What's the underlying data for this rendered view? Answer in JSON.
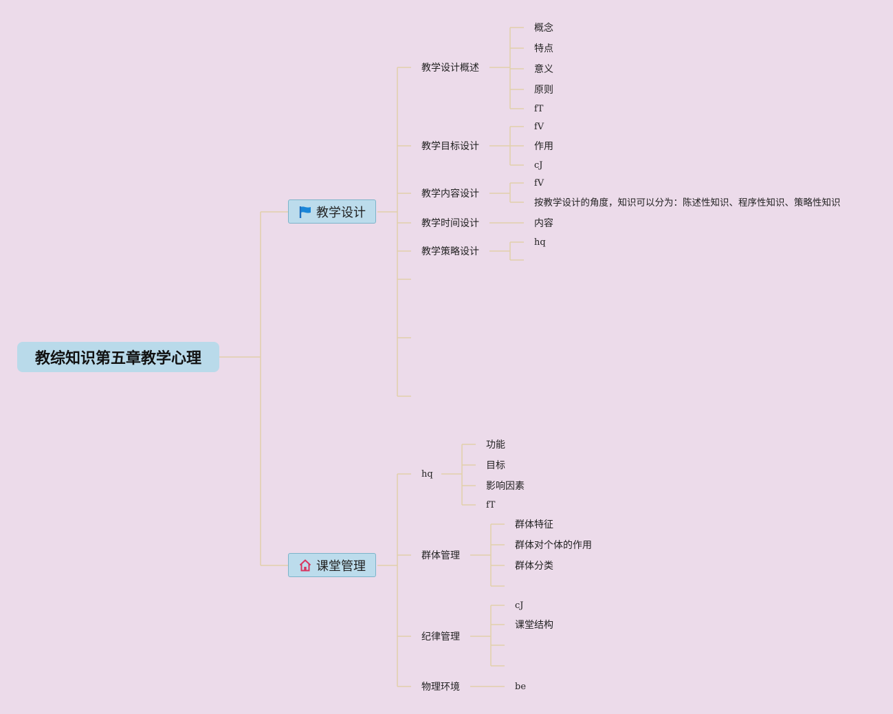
{
  "root": {
    "title": "教综知识第五章教学心理"
  },
  "branch1": {
    "title": "教学设计",
    "icon": "blue-flag-icon",
    "children": [
      {
        "label": "教学设计概述",
        "children": [
          "概念",
          "特点",
          "意义",
          "原则",
          "fT"
        ]
      },
      {
        "label": "教学目标设计",
        "children": [
          "fV",
          "作用",
          "cJ"
        ]
      },
      {
        "label": "教学内容设计",
        "children": [
          "fV",
          "按教学设计的角度，知识可以分为：陈述性知识、程序性知识、策略性知识"
        ]
      },
      {
        "label": "教学时间设计",
        "children": [
          "内容"
        ]
      },
      {
        "label": "教学策略设计",
        "children": [
          "hq"
        ]
      }
    ]
  },
  "branch2": {
    "title": "课堂管理",
    "icon": "house-icon",
    "children": [
      {
        "label": "hq",
        "children": [
          "功能",
          "目标",
          "影响因素",
          "fT"
        ]
      },
      {
        "label": "群体管理",
        "children": [
          "群体特征",
          "群体对个体的作用",
          "群体分类"
        ]
      },
      {
        "label": "纪律管理",
        "children": [
          "cJ",
          "课堂结构"
        ]
      },
      {
        "label": "物理环境",
        "children": [
          "be"
        ]
      }
    ]
  },
  "colors": {
    "background": "#ecdbea",
    "connector": "#e2d0a9",
    "root_fill": "#b9daea",
    "branch_fill": "#bcdcec",
    "branch_border": "#7bb3c9"
  }
}
